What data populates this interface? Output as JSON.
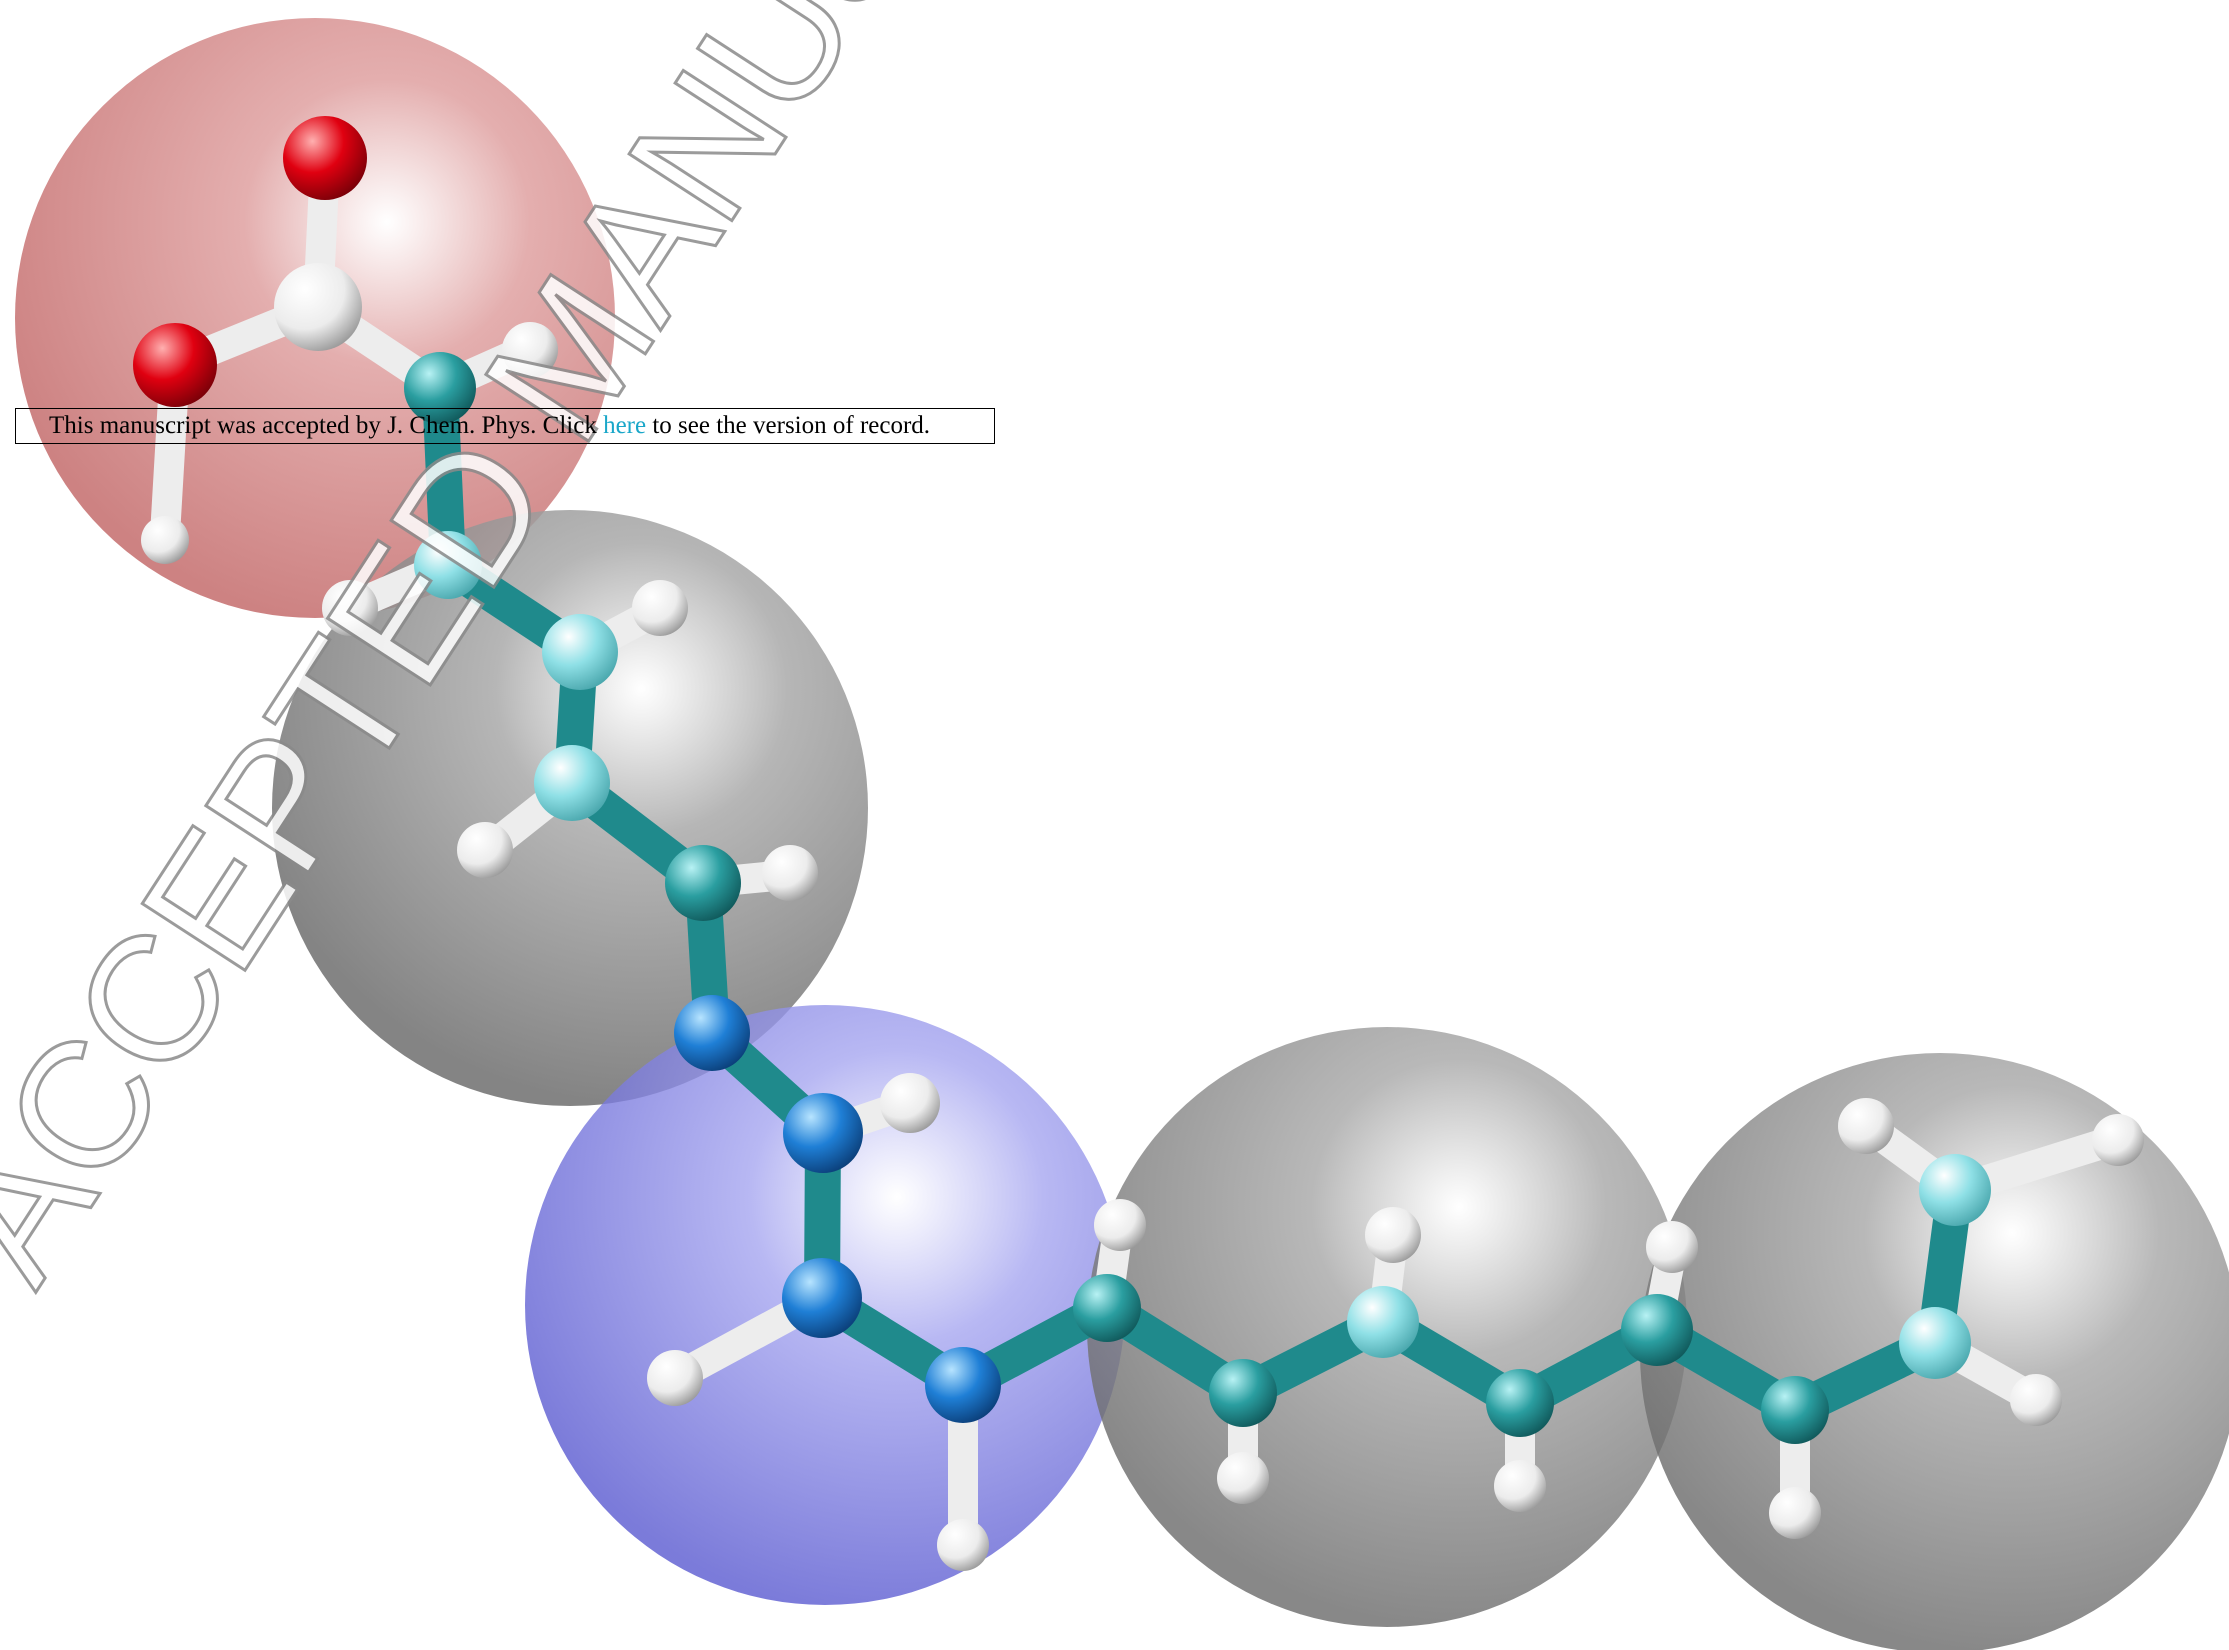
{
  "notice": {
    "text_before": "This manuscript was accepted by J. Chem. Phys. Click ",
    "link_text": "here",
    "text_after": " to see the version of record."
  },
  "watermark": {
    "text": "ACCEPTED MANUSCRIPT"
  },
  "colors": {
    "bead_oxygen_group": "#d98a8a",
    "bead_nitrogen_group": "#8080e8",
    "bead_carbon_group": "#8c8c8c",
    "carbon_dark": "#1f8a8c",
    "carbon_light": "#8fe0e6",
    "nitrogen": "#1f7fd6",
    "oxygen": "#e00010",
    "hydrogen": "#f2f2f2",
    "link": "#1aa7c9"
  }
}
